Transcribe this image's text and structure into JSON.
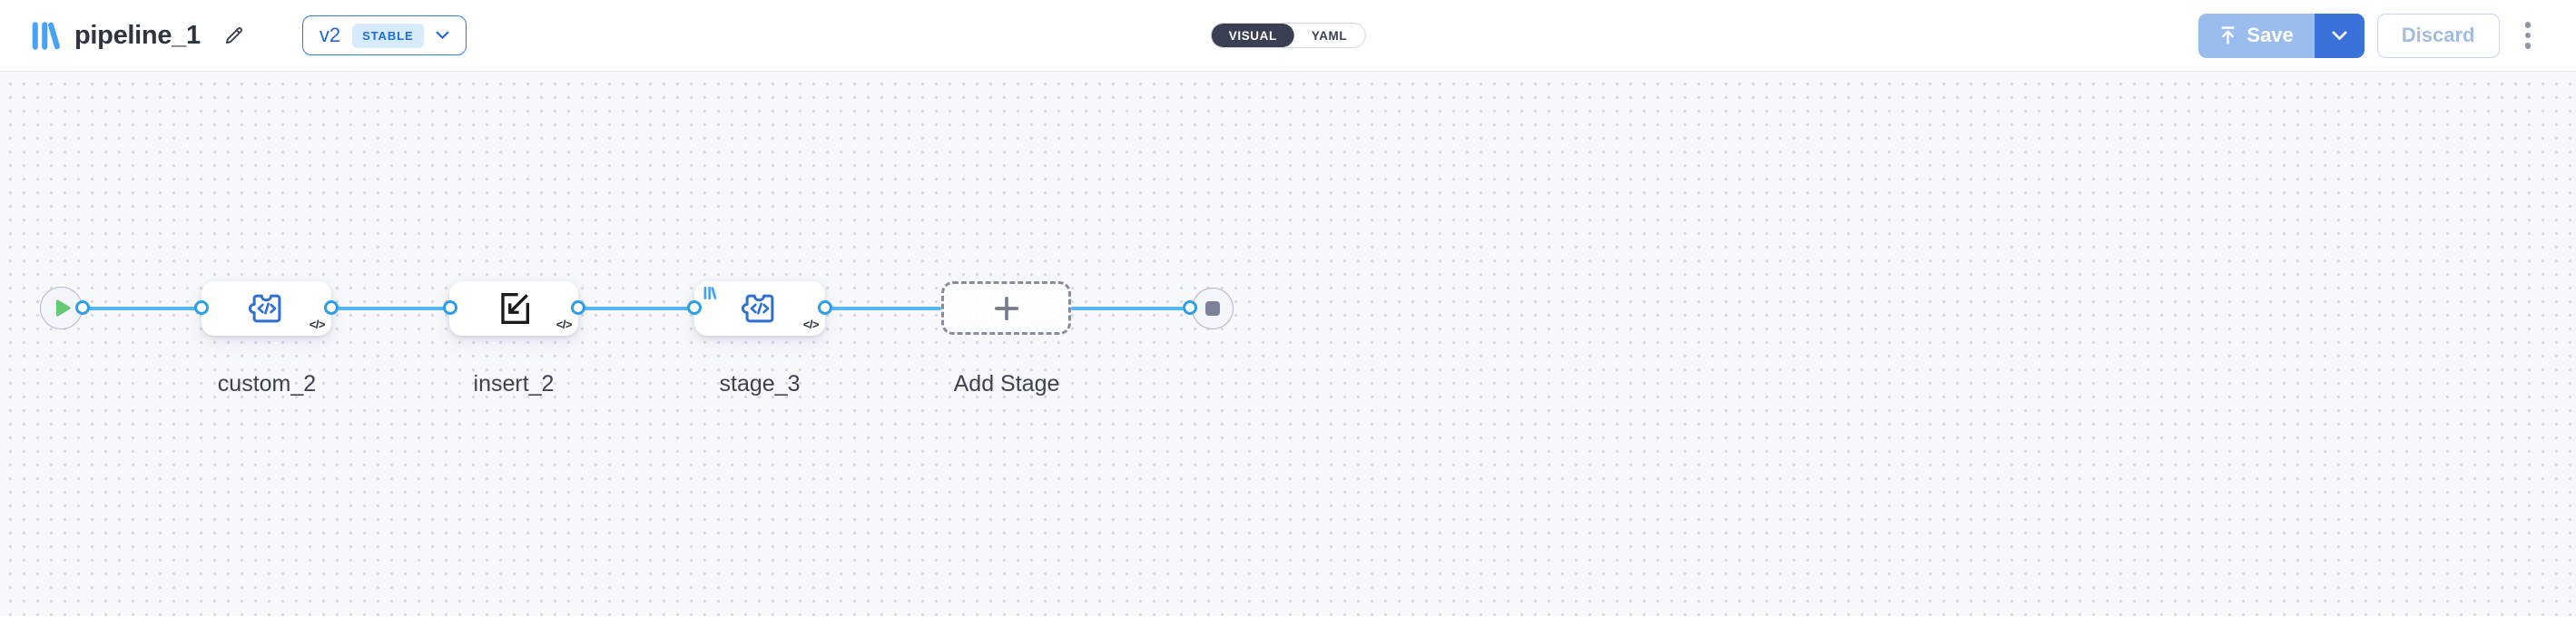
{
  "header": {
    "title": "pipeline_1",
    "version": {
      "label": "v2",
      "badge": "STABLE"
    },
    "view_toggle": [
      {
        "label": "VISUAL",
        "active": true
      },
      {
        "label": "YAML",
        "active": false
      }
    ],
    "actions": {
      "save_label": "Save",
      "discard_label": "Discard"
    }
  },
  "canvas": {
    "nodes": [
      {
        "id": "start",
        "type": "start",
        "icon": "play-icon"
      },
      {
        "id": "custom_2",
        "type": "stage",
        "label": "custom_2",
        "icon": "puzzle-code-icon",
        "corner_glyph": "</>"
      },
      {
        "id": "insert_2",
        "type": "stage",
        "label": "insert_2",
        "icon": "import-square-icon",
        "corner_glyph": "</>"
      },
      {
        "id": "stage_3",
        "type": "stage",
        "label": "stage_3",
        "icon": "puzzle-code-icon",
        "badge_icon": "library-bars-icon",
        "corner_glyph": "</>"
      },
      {
        "id": "add_stage",
        "type": "add-stage",
        "label": "Add Stage",
        "icon": "plus-icon"
      },
      {
        "id": "end",
        "type": "end",
        "icon": "stop-icon"
      }
    ]
  },
  "icons": {
    "app_logo": "library-bars-icon",
    "edit_title": "pencil-icon",
    "version_expand": "chevron-down-icon",
    "save": "upload-arrow-icon",
    "save_options": "chevron-down-icon",
    "more_options": "kebab-menu-icon"
  },
  "colors": {
    "accent_blue": "#2563d8",
    "logo_blue": "#4aa2f2",
    "edge_blue": "#58b7f0",
    "port_blue": "#2d9fe9",
    "node_icon_blue": "#2e6fd6",
    "save_disabled_bg": "#9bbdee",
    "save_caret_bg": "#3b72d9",
    "discard_text": "#a3bce4",
    "toggle_active_bg": "#3a3f52",
    "badge_bg": "#d8eafd",
    "badge_text": "#1d6fd8",
    "play_green": "#62c975",
    "stop_gray": "#7b8198",
    "canvas_bg": "#f7f8fc",
    "label_text": "#3d4250"
  }
}
